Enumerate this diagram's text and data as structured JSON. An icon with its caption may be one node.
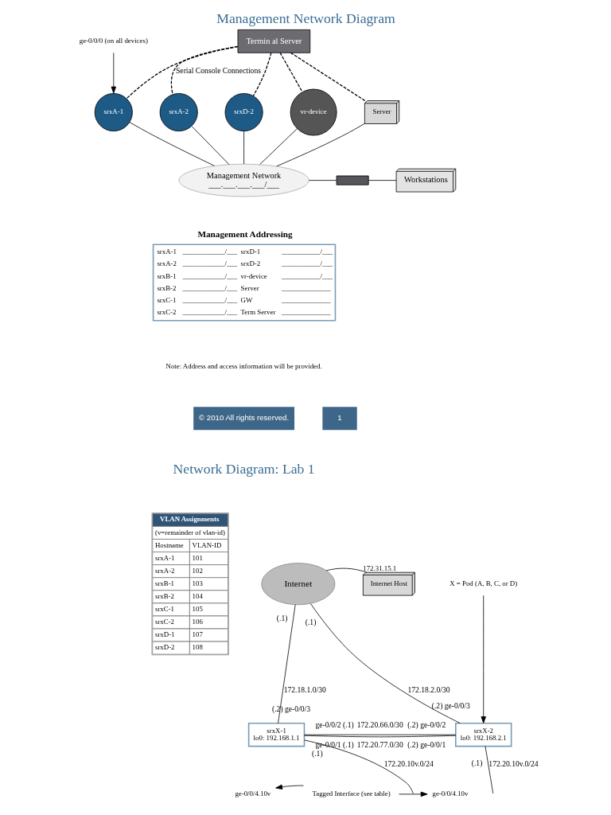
{
  "diagram": {
    "title": "Management Network Diagram",
    "nodes": [
      {
        "text": [
          "Termin al Server"
        ]
      },
      {
        "text": [
          "srxA-1"
        ]
      },
      {
        "text": [
          "srxA-2"
        ]
      },
      {
        "text": [
          "srxD-2"
        ]
      },
      {
        "text": [
          "vr-device"
        ]
      },
      {
        "text": [
          "Server"
        ]
      },
      {
        "text": [
          "Management Network",
          "___.___.___.___/___"
        ]
      },
      {
        "text": [],
        "shape": "box"
      },
      {
        "text": [
          "Workstations"
        ]
      },
      {
        "text": [
          "ge-0/0/0 (on all devices)"
        ]
      },
      {
        "text": [
          "Internet"
        ]
      },
      {
        "text": [
          "Internet Host"
        ],
        "beside": [
          "172.31.15.1"
        ]
      },
      {
        "text": [
          "srxX-1",
          "lo0: 192.168.1.1"
        ]
      },
      {
        "text": [
          "srxX-2",
          "lo0: 192.168.2.1"
        ]
      },
      {
        "text": [
          "X = Pod (A, B, C, or D)"
        ]
      },
      {
        "text": [
          "Tagged Interface (see table)"
        ]
      },
      {
        "text": [
          "ge-0/0/4.10v"
        ]
      },
      {
        "text": [
          "ge-0/0/4.10v"
        ]
      }
    ],
    "edges": [
      {
        "from": 0,
        "to": 1,
        "arrow": "none",
        "style": "dashed"
      },
      {
        "from": 0,
        "to": 2,
        "arrow": "none",
        "style": "dashed",
        "label": "Serial Console Connections"
      },
      {
        "from": 0,
        "to": 3,
        "arrow": "none",
        "style": "dashed"
      },
      {
        "from": 0,
        "to": 4,
        "arrow": "none",
        "style": "dashed"
      },
      {
        "from": 0,
        "to": 5,
        "arrow": "none",
        "style": "dashed"
      },
      {
        "from": 1,
        "to": 6,
        "arrow": "none"
      },
      {
        "from": 2,
        "to": 6,
        "arrow": "none"
      },
      {
        "from": 3,
        "to": 6,
        "arrow": "none"
      },
      {
        "from": 4,
        "to": 6,
        "arrow": "none"
      },
      {
        "from": 5,
        "to": 6,
        "arrow": "none"
      },
      {
        "from": 6,
        "to": 7,
        "arrow": "none"
      },
      {
        "from": 7,
        "to": 8,
        "arrow": "none"
      },
      {
        "from": 9,
        "to": 1,
        "arrow": "to"
      },
      {
        "from": 10,
        "to": 11,
        "arrow": "none"
      },
      {
        "from": 10,
        "to": 12,
        "arrow": "none",
        "label": "172.18.1.0/30"
      },
      {
        "from": 10,
        "to": 13,
        "arrow": "none",
        "label": "172.18.2.0/30"
      },
      {
        "from": 12,
        "to": 13,
        "arrow": "none",
        "label": "172.20.66.0/30"
      },
      {
        "from": 12,
        "to": 13,
        "arrow": "none",
        "label": "172.20.77.0/30"
      },
      {
        "from": 12,
        "to": null,
        "arrow": "none",
        "label": "172.20.10v.0/24"
      },
      {
        "from": 13,
        "to": null,
        "arrow": "none",
        "label": "172.20.10v.0/24"
      },
      {
        "from": 14,
        "to": 13,
        "arrow": "to"
      },
      {
        "from": 15,
        "to": 16,
        "arrow": "to"
      },
      {
        "from": 15,
        "to": 17,
        "arrow": "to"
      }
    ],
    "labels": [
      "Management Addressing",
      "srxA-1",
      "____________/___",
      "srxD-1",
      "___________/___",
      "srxA-2",
      "____________/___",
      "srxD-2",
      "___________/___",
      "srxB-1",
      "____________/___",
      "vr-device",
      "___________/___",
      "srxB-2",
      "____________/___",
      "Server",
      "______________",
      "srxC-1",
      "____________/___",
      "GW",
      "______________",
      "srxC-2",
      "____________/___",
      "Term Server",
      "______________",
      "Note: Address and access information will be provided.",
      "© 2010 All rights reserved.",
      "1",
      "Network Diagram: Lab 1",
      "VLAN Assignments",
      "(v=remainder of vlan-id)",
      "Hostname",
      "VLAN-ID",
      "srxA-1",
      "101",
      "srxA-2",
      "102",
      "srxB-1",
      "103",
      "srxB-2",
      "104",
      "srxC-1",
      "105",
      "srxC-2",
      "106",
      "srxD-1",
      "107",
      "srxD-2",
      "108",
      "(.1)",
      "(.2)",
      "ge-0/0/3",
      "(.1)",
      "(.2)",
      "ge-0/0/3",
      "ge-0/0/2",
      "(.1)",
      "(.2)",
      "ge-0/0/2",
      "ge-0/0/1",
      "(.1)",
      "(.2)",
      "ge-0/0/1",
      "(.1)",
      "(.1)"
    ]
  }
}
